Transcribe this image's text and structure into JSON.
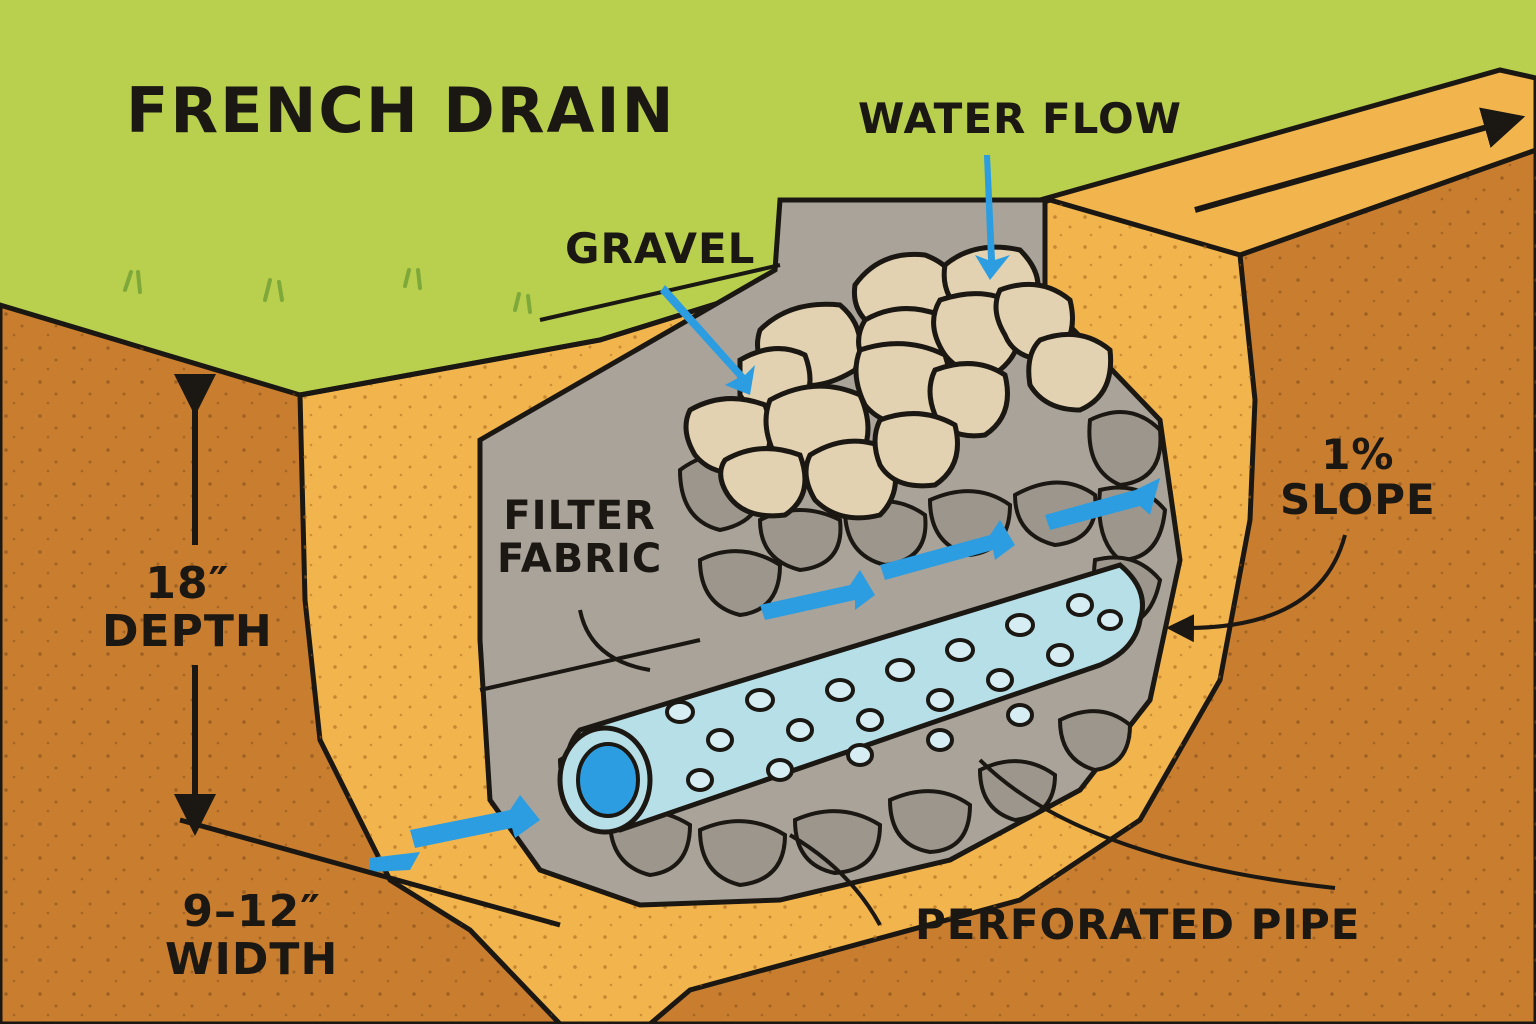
{
  "title": "FRENCH DRAIN",
  "labels": {
    "water_flow": "WATER FLOW",
    "gravel": "GRAVEL",
    "filter_line1": "FILTER",
    "filter_line2": "FABRIC",
    "slope_line1": "1%",
    "slope_line2": "SLOPE",
    "depth_line1": "18″",
    "depth_line2": "DEPTH",
    "width_line1": "9–12″",
    "width_line2": "WIDTH",
    "pipe": "PERFORATED PIPE"
  },
  "colors": {
    "grass": "#b9cf4e",
    "soil": "#c97d2e",
    "sand": "#f2b54e",
    "fabric": "#a9a39a",
    "gravel_small": "#9c968d",
    "stone": "#e3d2b1",
    "pipe": "#b7dfe8",
    "water": "#2b9de0",
    "outline": "#1b1712"
  }
}
